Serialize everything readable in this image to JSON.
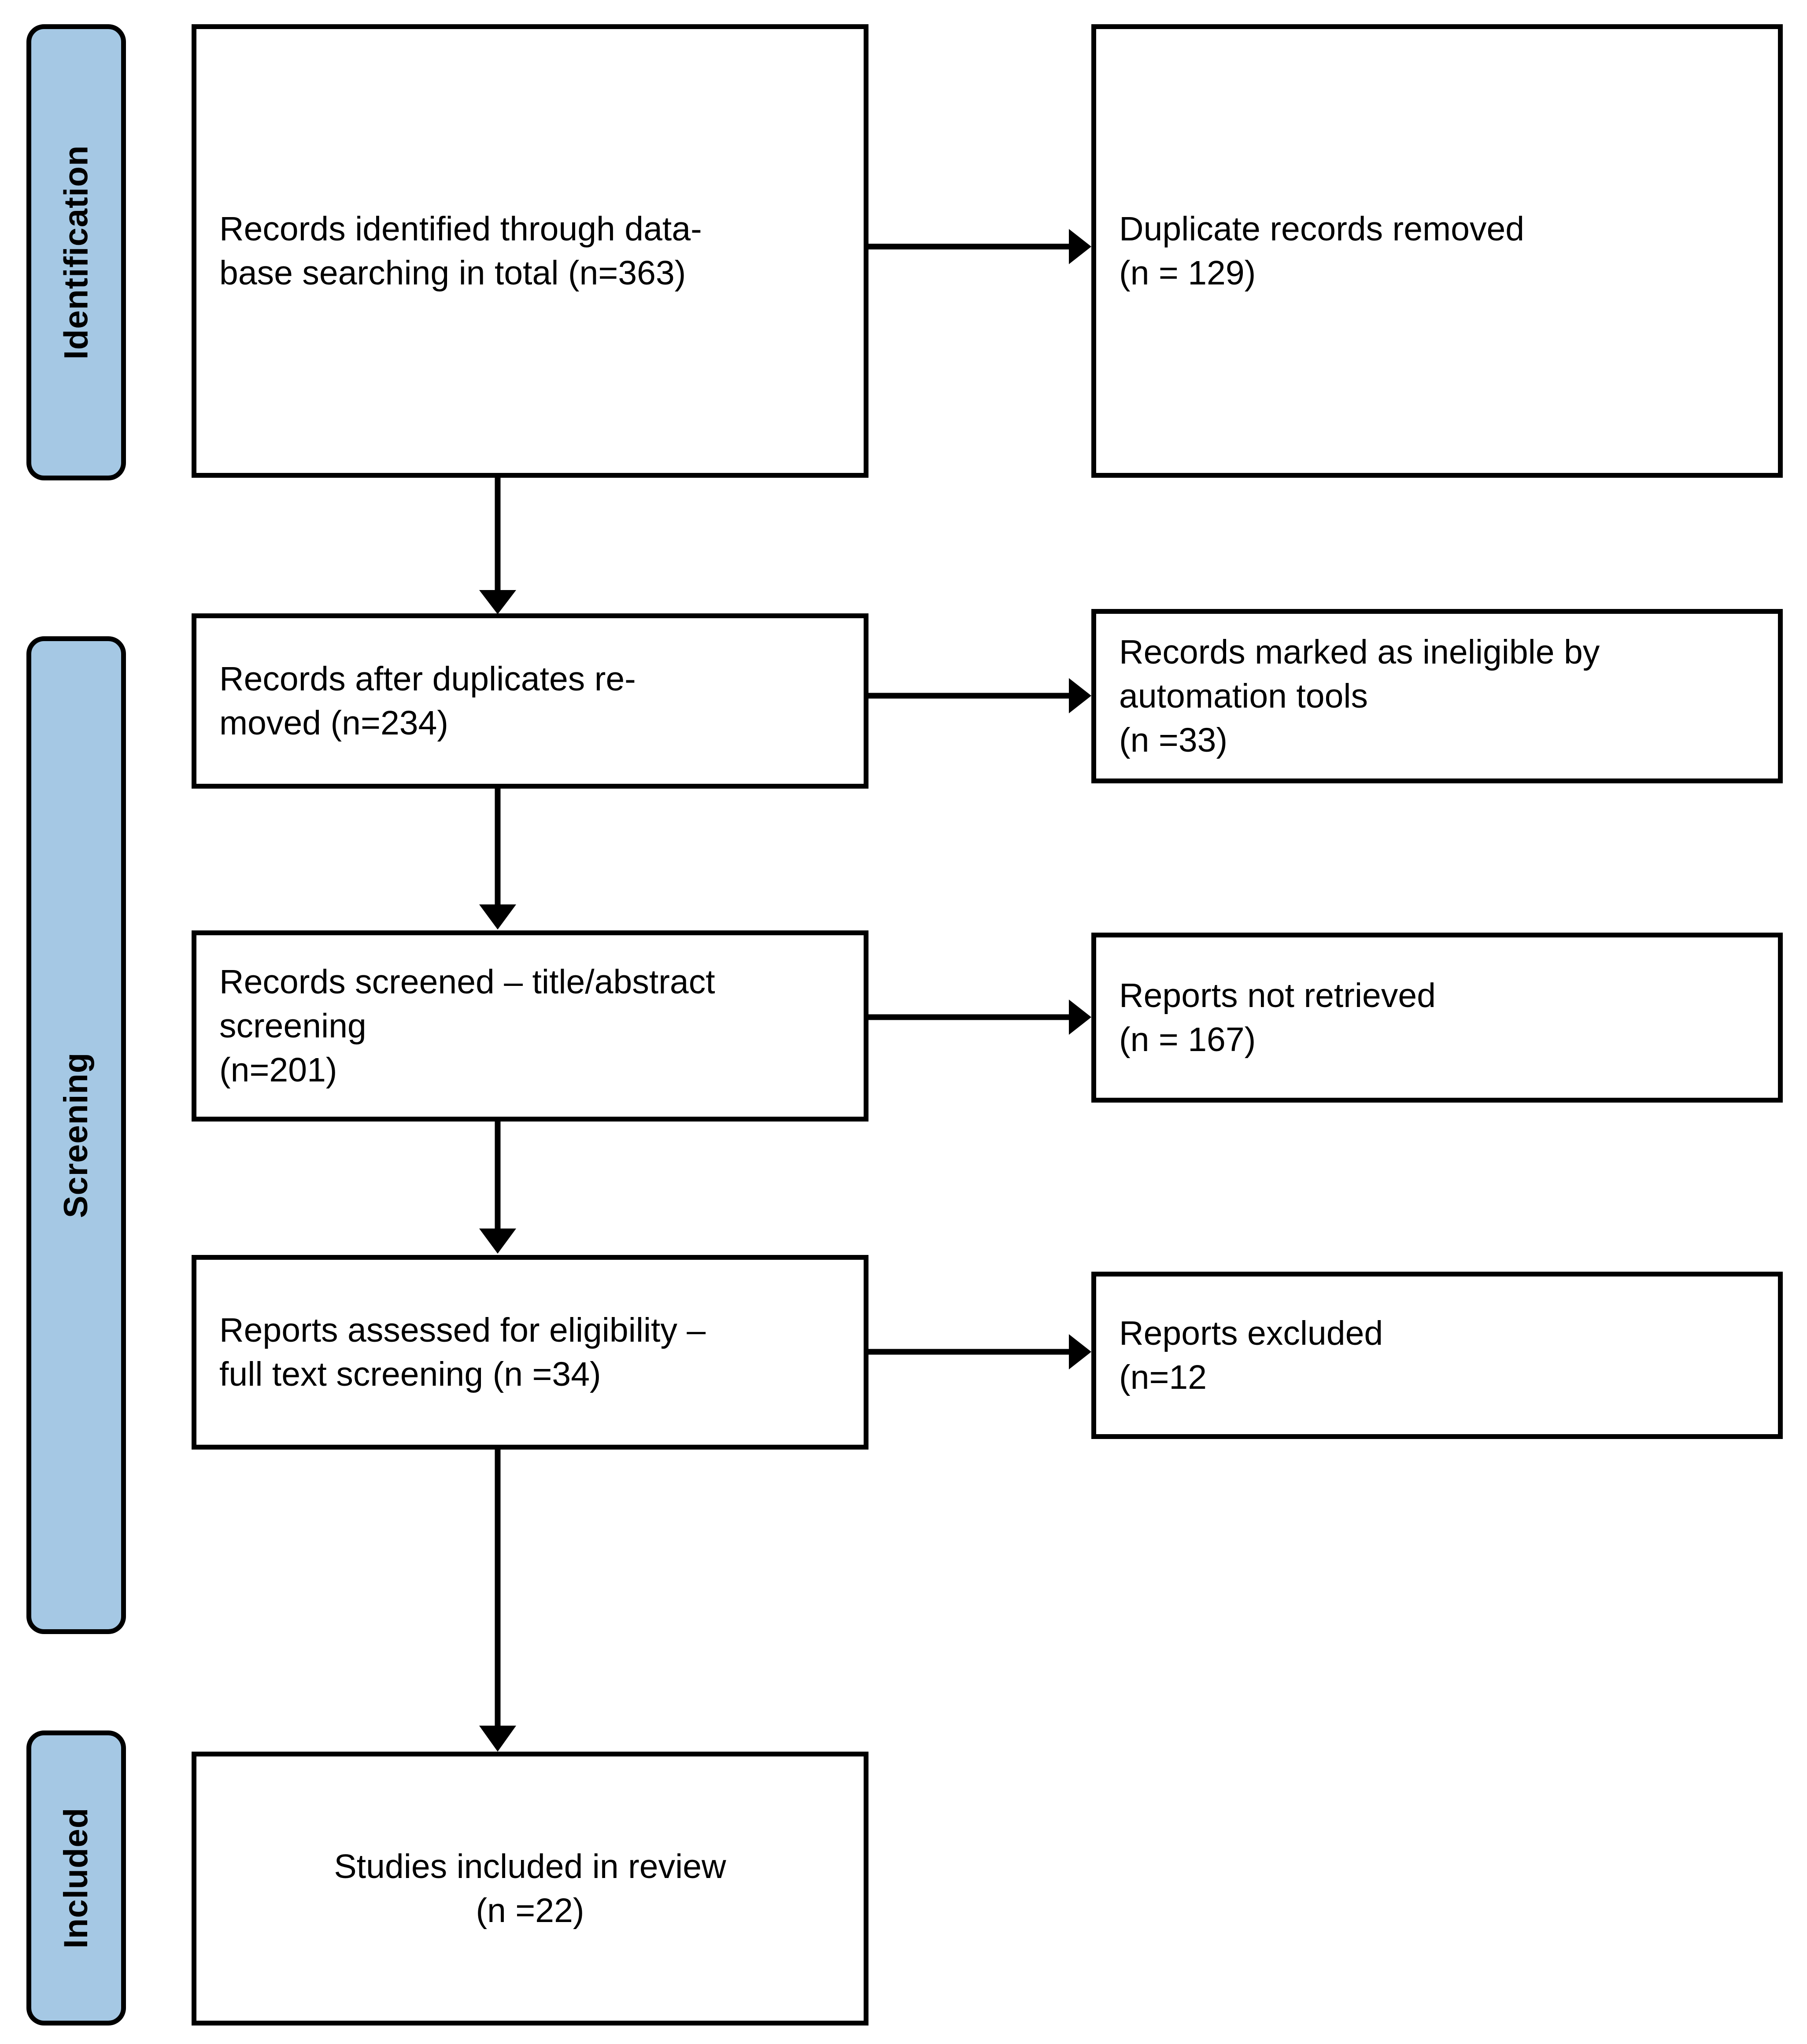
{
  "diagram": {
    "type": "prisma-flow-diagram",
    "accent_color": "#a5c8e4",
    "line_color": "#000000",
    "background_color": "#ffffff"
  },
  "stages": [
    {
      "id": "identification",
      "label": "Identification"
    },
    {
      "id": "screening",
      "label": "Screening"
    },
    {
      "id": "included",
      "label": "Included"
    }
  ],
  "boxes": {
    "records_identified": "Records identified through data-\nbase searching in total (n=363)",
    "duplicates_removed": "Duplicate records removed\n(n = 129)",
    "records_after_duplicates": "Records after duplicates re-\nmoved (n=234)",
    "records_ineligible_automation": "Records marked as ineligible by\nautomation tools\n(n =33)",
    "records_screened": "Records screened – title/abstract\nscreening\n(n=201)",
    "reports_not_retrieved": "Reports not retrieved\n(n = 167)",
    "reports_assessed": "Reports assessed for eligibility –\nfull text screening (n =34)",
    "reports_excluded": "Reports excluded\n(n=12",
    "studies_included": "Studies included in review\n(n =22)"
  },
  "counts": {
    "records_identified": 363,
    "duplicates_removed": 129,
    "records_after_duplicates": 234,
    "records_ineligible_automation": 33,
    "records_screened": 201,
    "reports_not_retrieved": 167,
    "reports_assessed": 34,
    "reports_excluded": 12,
    "studies_included": 22
  },
  "connectors": [
    {
      "id": "identified-to-duplicates",
      "direction": "right"
    },
    {
      "id": "identified-to-after-duplicates",
      "direction": "down"
    },
    {
      "id": "after-duplicates-to-ineligible",
      "direction": "right"
    },
    {
      "id": "after-duplicates-to-screened",
      "direction": "down"
    },
    {
      "id": "screened-to-not-retrieved",
      "direction": "right"
    },
    {
      "id": "screened-to-assessed",
      "direction": "down"
    },
    {
      "id": "assessed-to-excluded",
      "direction": "right"
    },
    {
      "id": "assessed-to-included",
      "direction": "down"
    }
  ]
}
